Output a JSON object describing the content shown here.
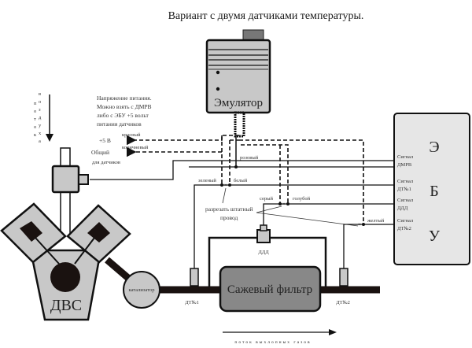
{
  "title": "Вариант с двумя датчиками температуры.",
  "air_flow": {
    "label_left": [
      "п",
      "о",
      "т",
      "о",
      "к"
    ],
    "label_right": [
      "в",
      "о",
      "з",
      "д",
      "у",
      "х",
      "а"
    ]
  },
  "supply_note": {
    "lines": [
      "Напряжение питания.",
      "Можно взять с ДМРВ",
      "либо  с  ЭБУ +5 вольт",
      "питания       датчиков"
    ]
  },
  "wires": {
    "red": "красный",
    "brown": "коричневый",
    "pink": "розовый",
    "green": "зеленый",
    "white": "белый",
    "gray": "серый",
    "blue": "голубой",
    "yellow": "желтый"
  },
  "terminals": {
    "plus5": "+5 В",
    "common": "Общий",
    "common_sub": "для датчиков"
  },
  "cut_note": {
    "line1": "разрезать штатный",
    "line2": "провод"
  },
  "emulator": {
    "label": "Эмулятор"
  },
  "ecu": {
    "letters": [
      "Э",
      "Б",
      "У"
    ],
    "signals": [
      {
        "line1": "Сигнал",
        "line2": "ДМРВ"
      },
      {
        "line1": "Сигнал",
        "line2": "ДТ№1"
      },
      {
        "line1": "Сигнал",
        "line2": "ДДД"
      },
      {
        "line1": "Сигнал",
        "line2": "ДТ№2"
      }
    ]
  },
  "engine": {
    "label": "ДВС"
  },
  "catalyst": {
    "label": "катализатор"
  },
  "dpf": {
    "label": "Сажевый фильтр"
  },
  "sensors": {
    "dt1": "ДТ№1",
    "dt2": "ДТ№2",
    "ddd": "ДДД"
  },
  "exhaust_flow": {
    "label": "поток выхлопных газов"
  },
  "colors": {
    "body_gray": "#c8c8c8",
    "dark_gray": "#888888",
    "ink": "#111111",
    "ecu_fill": "#e6e6e6"
  }
}
